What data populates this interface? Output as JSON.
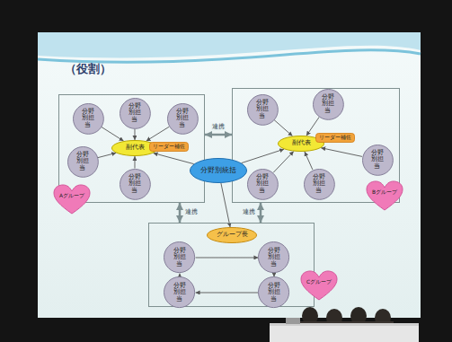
{
  "diagram": {
    "title": "（役割）",
    "nodes": [
      {
        "text": [
          "Aグループ"
        ]
      },
      {
        "text": [
          "分野別担当"
        ],
        "in": 0
      },
      {
        "text": [
          "分野別担当"
        ],
        "in": 0
      },
      {
        "text": [
          "分野別担当"
        ],
        "in": 0
      },
      {
        "text": [
          "分野別担当"
        ],
        "in": 0
      },
      {
        "text": [
          "分野別担当"
        ],
        "in": 0
      },
      {
        "text": [
          "副代表"
        ],
        "in": 0
      },
      {
        "text": [
          "リーダー補佐"
        ],
        "in": 0
      },
      {
        "text": [
          "Bグループ"
        ]
      },
      {
        "text": [
          "分野別担当"
        ],
        "in": 8
      },
      {
        "text": [
          "分野別担当"
        ],
        "in": 8
      },
      {
        "text": [
          "分野別担当"
        ],
        "in": 8
      },
      {
        "text": [
          "分野別担当"
        ],
        "in": 8
      },
      {
        "text": [
          "分野別担当"
        ],
        "in": 8
      },
      {
        "text": [
          "副代表"
        ],
        "in": 8
      },
      {
        "text": [
          "リーダー補佐"
        ],
        "in": 8
      },
      {
        "text": [
          "分野別統括"
        ]
      },
      {
        "text": [
          "Cグループ"
        ]
      },
      {
        "text": [
          "グループ長"
        ],
        "in": 17
      },
      {
        "text": [
          "分野別担当"
        ],
        "in": 17
      },
      {
        "text": [
          "分野別担当"
        ],
        "in": 17
      },
      {
        "text": [
          "分野別担当"
        ],
        "in": 17
      },
      {
        "text": [
          "分野別担当"
        ],
        "in": 17
      }
    ],
    "edges": [
      {
        "from": 1,
        "to": 6,
        "arrow": "to"
      },
      {
        "from": 2,
        "to": 6,
        "arrow": "to"
      },
      {
        "from": 3,
        "to": 6,
        "arrow": "to"
      },
      {
        "from": 4,
        "to": 6,
        "arrow": "to"
      },
      {
        "from": 5,
        "to": 6,
        "arrow": "to"
      },
      {
        "from": 9,
        "to": 14,
        "arrow": "to"
      },
      {
        "from": 10,
        "to": 14,
        "arrow": "to"
      },
      {
        "from": 11,
        "to": 14,
        "arrow": "to"
      },
      {
        "from": 12,
        "to": 14,
        "arrow": "to"
      },
      {
        "from": 13,
        "to": 14,
        "arrow": "to"
      },
      {
        "from": 16,
        "to": 6,
        "arrow": "to"
      },
      {
        "from": 16,
        "to": 14,
        "arrow": "to"
      },
      {
        "from": 16,
        "to": 18,
        "arrow": "to"
      },
      {
        "from": 19,
        "to": 20,
        "arrow": "to"
      },
      {
        "from": 20,
        "to": 22,
        "arrow": "to"
      },
      {
        "from": 22,
        "to": 21,
        "arrow": "to"
      },
      {
        "from": 21,
        "to": 19,
        "arrow": "to"
      },
      {
        "from": 0,
        "to": 8,
        "label": "連携",
        "arrow": "both"
      },
      {
        "from": 0,
        "to": 17,
        "label": "連携",
        "arrow": "both"
      },
      {
        "from": 8,
        "to": 17,
        "label": "連携",
        "arrow": "both"
      }
    ]
  }
}
